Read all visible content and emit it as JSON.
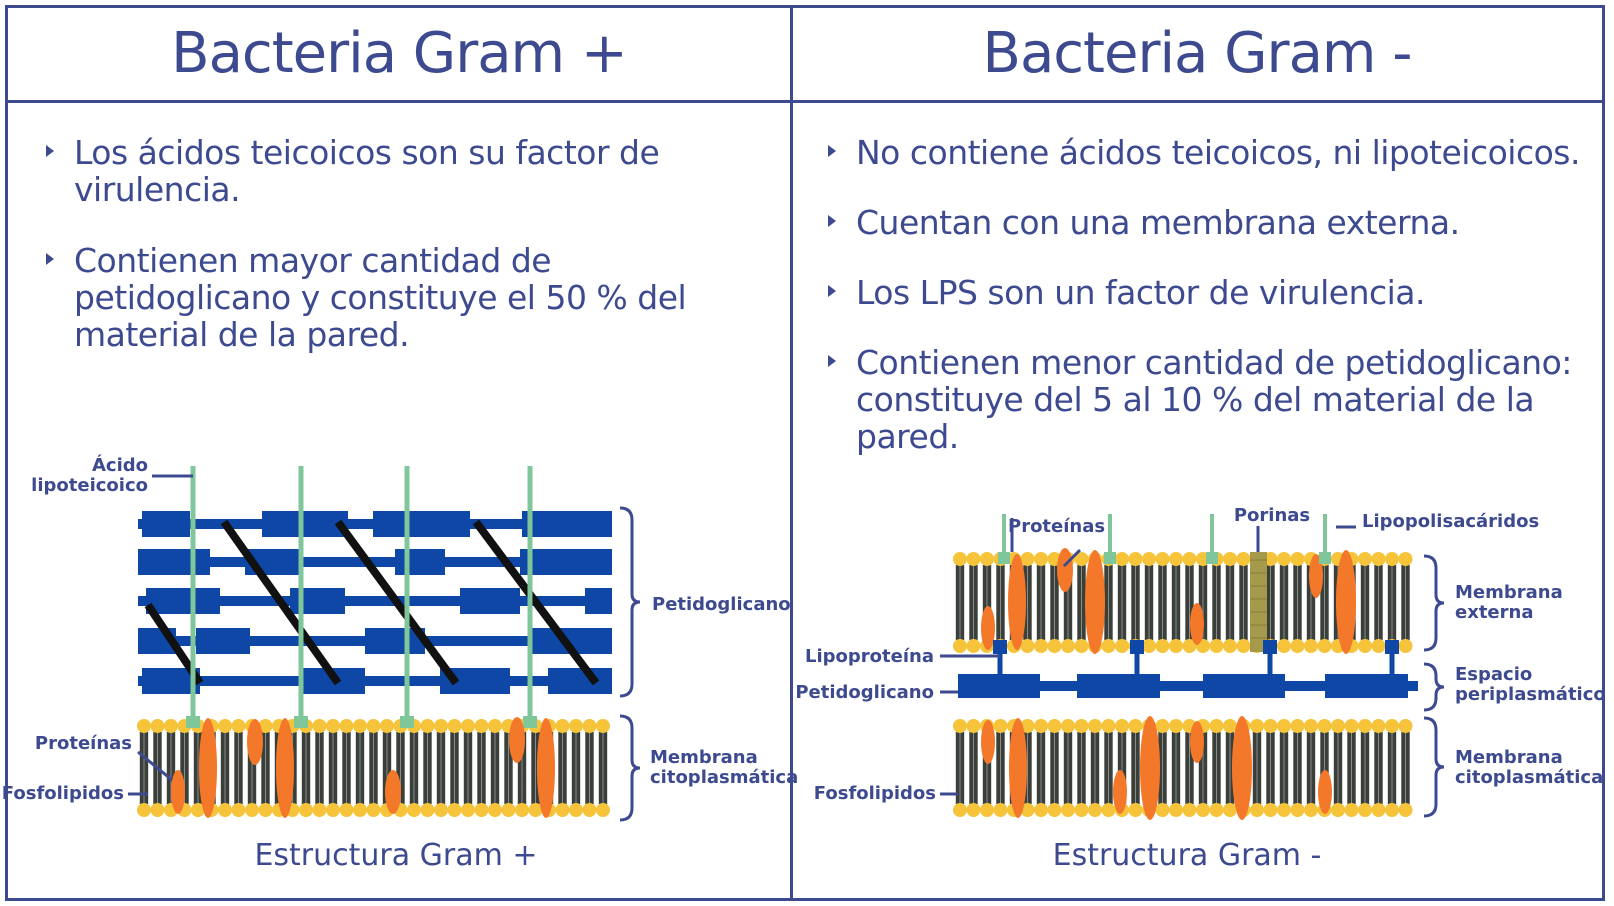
{
  "headers": {
    "left": "Bacteria Gram +",
    "right": "Bacteria Gram -"
  },
  "left_points": [
    "Los ácidos teicoicos son su factor de virulencia.",
    "Contienen mayor cantidad de petidoglicano y constituye el 50 % del material de la pared."
  ],
  "right_points": [
    "No contiene ácidos teicoicos, ni lipoteicoicos.",
    "Cuentan con una membrana externa.",
    "Los LPS son un factor de virulencia.",
    "Contienen menor cantidad de petidoglicano: constituye del 5 al 10 % del material de la pared."
  ],
  "gram_pos": {
    "labels": {
      "teichoic_line1": "Ácido",
      "teichoic_line2": "lipoteicoico",
      "peptidoglycan": "Petidoglicano",
      "membrane_line1": "Membrana",
      "membrane_line2": "citoplasmática",
      "proteins": "Proteínas",
      "phospholipids": "Fosfolipidos"
    },
    "caption": "Estructura Gram +"
  },
  "gram_neg": {
    "labels": {
      "proteins": "Proteínas",
      "porins": "Porinas",
      "lps": "Lipopolisacáridos",
      "outer_line1": "Membrana",
      "outer_line2": "externa",
      "lipoprotein": "Lipoproteína",
      "peptidoglycan": "Petidoglicano",
      "periplasm_line1": "Espacio",
      "periplasm_line2": "periplasmático",
      "phospholipids": "Fosfolipidos",
      "membrane_line1": "Membrana",
      "membrane_line2": "citoplasmática"
    },
    "caption": "Estructura Gram -"
  },
  "colors": {
    "text": "#3d4a8f",
    "peptidoglycan": "#0e47a6",
    "teichoic": "#7fc79a",
    "lipid_head": "#f5c43a",
    "lipid_tail": "#3b3f3a",
    "protein": "#f4782a",
    "porin": "#a59a4b",
    "crosslink": "#111111"
  }
}
